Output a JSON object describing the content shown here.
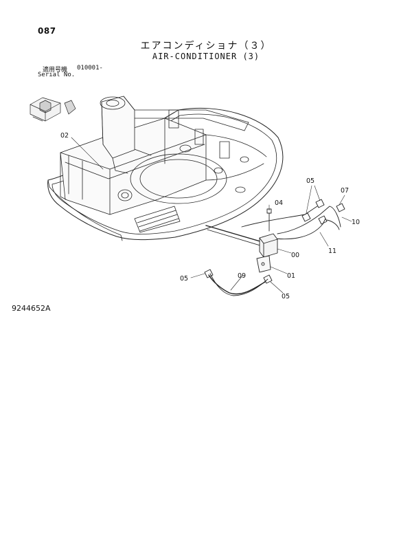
{
  "header": {
    "page_number": "087",
    "title_jp": "エアコンディショナ（３）",
    "title_en": "AIR-CONDITIONER (3)",
    "serial_label_jp": "適用号機",
    "serial_label_en": "Serial No.",
    "serial_value": "010001-"
  },
  "callouts": {
    "p00": "00",
    "p01": "01",
    "p02": "02",
    "p04": "04",
    "p05a": "05",
    "p05b": "05",
    "p05c": "05",
    "p07": "07",
    "p09": "09",
    "p10": "10",
    "p11": "11"
  },
  "footer": {
    "drawing_number": "9244652A"
  }
}
